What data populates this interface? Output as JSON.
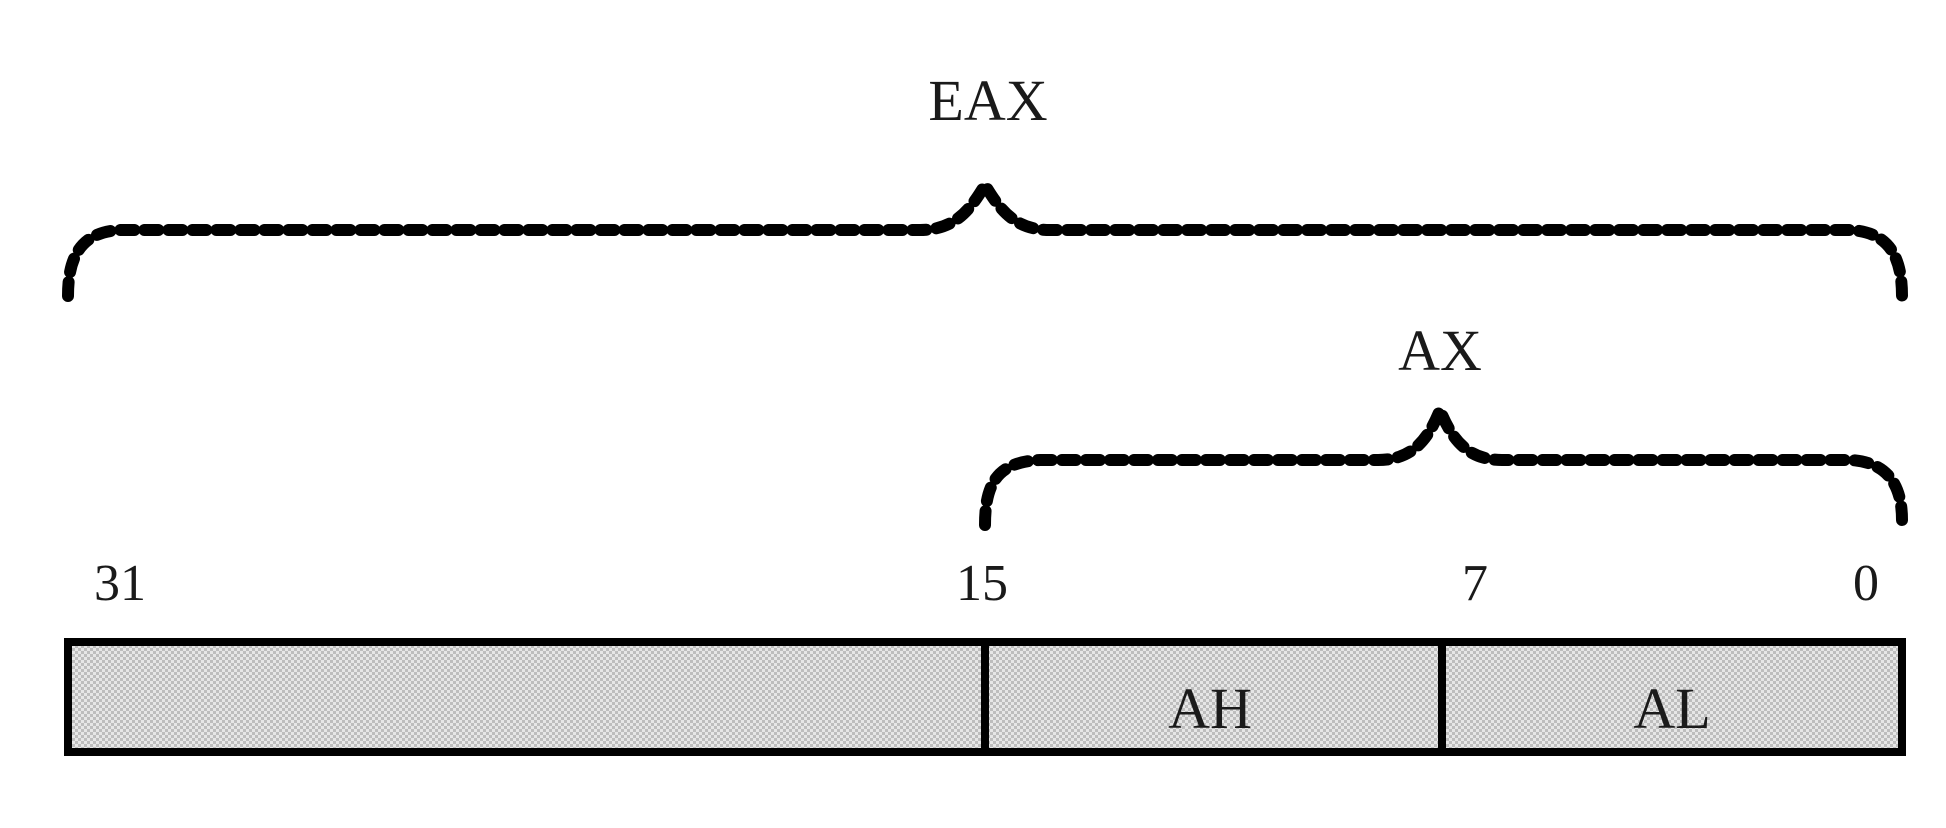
{
  "labels": {
    "full_register": "EAX",
    "word_register": "AX",
    "high_byte": "AH",
    "low_byte": "AL"
  },
  "bit_positions": {
    "b31": "31",
    "b15": "15",
    "b7": "7",
    "b0": "0"
  },
  "colors": {
    "stroke": "#000000",
    "fill_pattern": "#c9c9c9",
    "background": "#ffffff"
  }
}
